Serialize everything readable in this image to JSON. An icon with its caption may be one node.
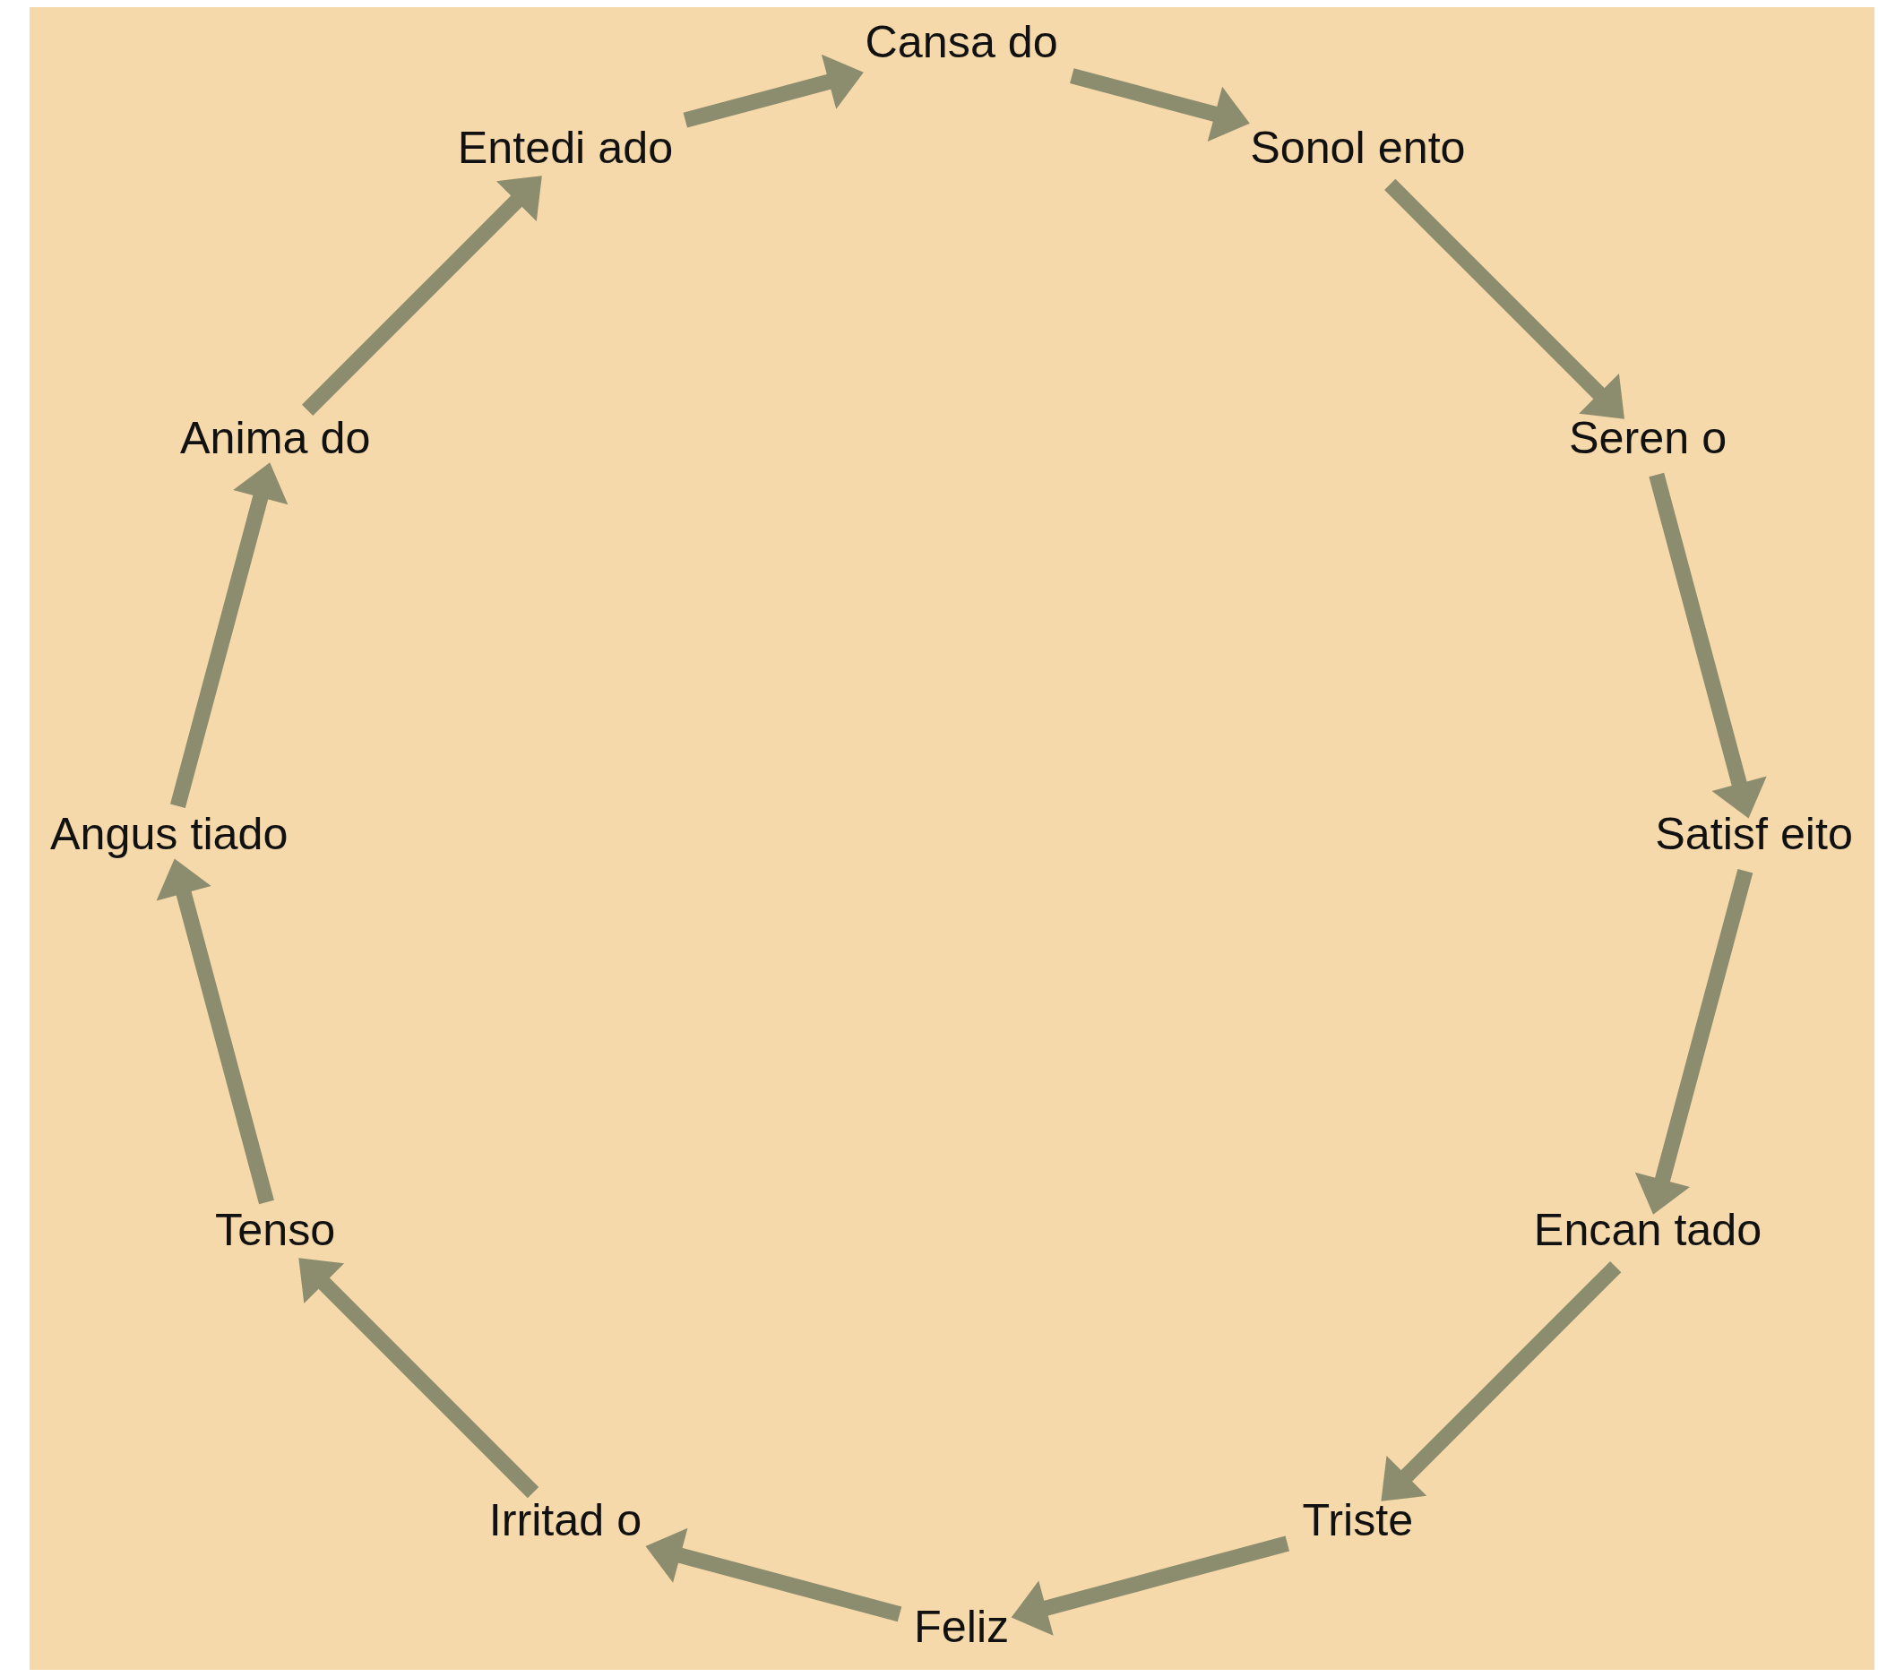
{
  "diagram": {
    "nodes": [
      {
        "text": [
          "Encan tado"
        ]
      },
      {
        "text": [
          "Triste"
        ]
      },
      {
        "text": [
          "Feliz"
        ]
      },
      {
        "text": [
          "Irritad o"
        ]
      },
      {
        "text": [
          "Tenso"
        ]
      },
      {
        "text": [
          "Angus tiado"
        ]
      },
      {
        "text": [
          "Anima do"
        ]
      },
      {
        "text": [
          "Entedi ado"
        ]
      },
      {
        "text": [
          "Cansa do"
        ]
      },
      {
        "text": [
          "Sonol ento"
        ]
      },
      {
        "text": [
          "Seren o"
        ]
      },
      {
        "text": [
          "Satisf eito"
        ]
      }
    ],
    "edges": [
      {
        "from": 0,
        "to": 1,
        "arrow": "to"
      },
      {
        "from": 1,
        "to": 2,
        "arrow": "to"
      },
      {
        "from": 2,
        "to": 3,
        "arrow": "to"
      },
      {
        "from": 3,
        "to": 4,
        "arrow": "to"
      },
      {
        "from": 4,
        "to": 5,
        "arrow": "to"
      },
      {
        "from": 5,
        "to": 6,
        "arrow": "to"
      },
      {
        "from": 6,
        "to": 7,
        "arrow": "to"
      },
      {
        "from": 7,
        "to": 8,
        "arrow": "to"
      },
      {
        "from": 8,
        "to": 9,
        "arrow": "to"
      },
      {
        "from": 9,
        "to": 10,
        "arrow": "to"
      },
      {
        "from": 10,
        "to": 11,
        "arrow": "to"
      },
      {
        "from": 11,
        "to": 0,
        "arrow": "to"
      }
    ]
  }
}
